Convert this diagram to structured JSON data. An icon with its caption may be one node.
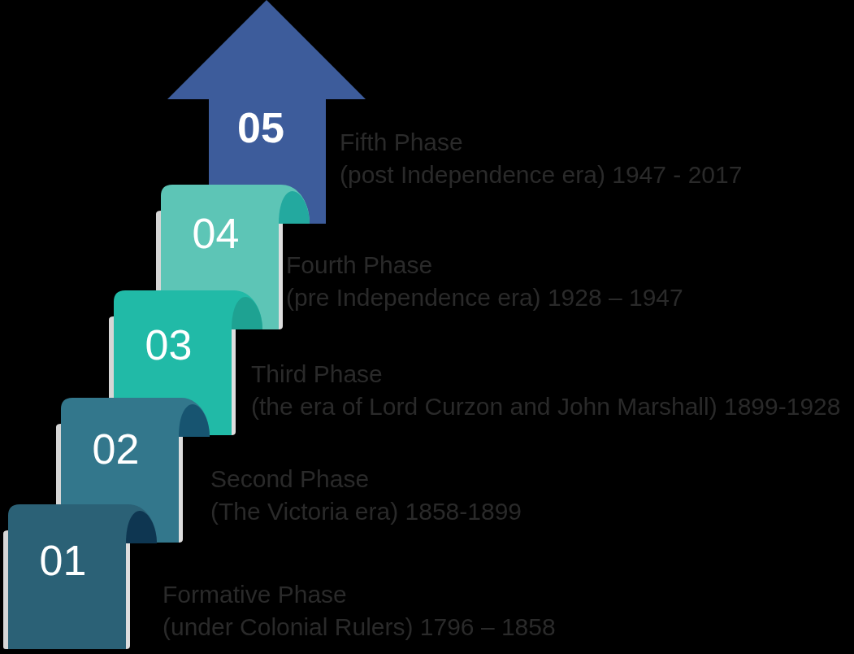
{
  "diagram": {
    "nodes": [
      {
        "text": [
          "01"
        ],
        "beside": [
          "Formative Phase",
          "(under Colonial Rulers) 1796 – 1858"
        ]
      },
      {
        "text": [
          "02"
        ],
        "beside": [
          "Second Phase",
          "(The Victoria era) 1858-1899"
        ]
      },
      {
        "text": [
          "03"
        ],
        "beside": [
          "Third Phase",
          "(the era of Lord Curzon and John Marshall) 1899-1928"
        ]
      },
      {
        "text": [
          "04"
        ],
        "beside": [
          "Fourth Phase",
          "(pre Independence era) 1928 – 1947"
        ]
      },
      {
        "text": [
          "05"
        ],
        "beside": [
          "Fifth Phase",
          "(post Independence era) 1947 - 2017"
        ]
      }
    ]
  }
}
